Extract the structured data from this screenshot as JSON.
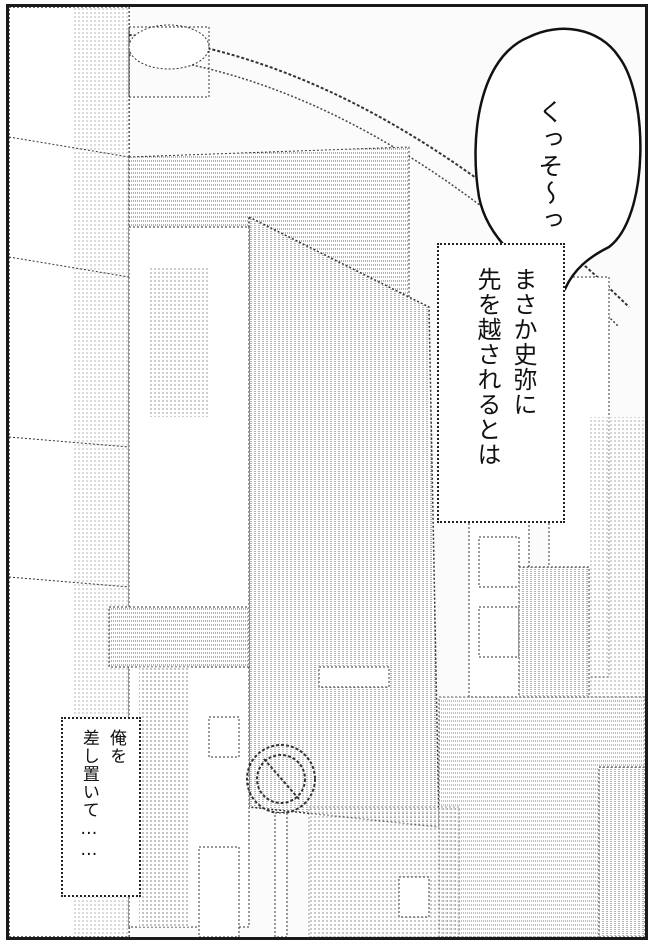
{
  "panel": {
    "speech_bubble": {
      "text": "くっそ〜っ"
    },
    "caption_mid": {
      "lines": [
        "まさか史弥に",
        "先を越されるとは"
      ]
    },
    "caption_low": {
      "lines": [
        "俺を",
        "差し置いて……"
      ]
    }
  }
}
